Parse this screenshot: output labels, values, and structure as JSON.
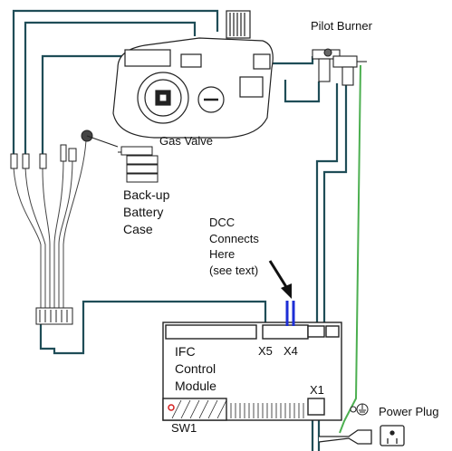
{
  "labels": {
    "pilot_burner": "Pilot Burner",
    "gas_valve": "Gas Valve",
    "backup_battery": "Back-up\nBattery\nCase",
    "dcc": "DCC\nConnects\nHere\n(see text)",
    "ifc_module": "IFC\nControl\nModule",
    "x5": "X5",
    "x4": "X4",
    "x1": "X1",
    "sw1": "SW1",
    "power_plug": "Power Plug"
  },
  "colors": {
    "wire_dark": "#1f4d57",
    "wire_green": "#4caf50",
    "dcc_marker": "#1d2ed6",
    "outline": "#222222"
  }
}
